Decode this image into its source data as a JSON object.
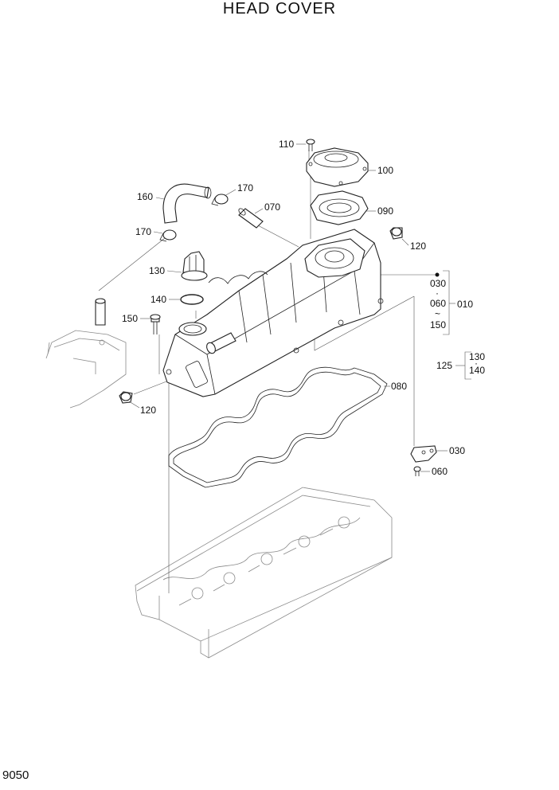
{
  "title": "HEAD COVER",
  "page_number": "9050",
  "callouts": {
    "p110": "110",
    "p100": "100",
    "p170a": "170",
    "p160": "160",
    "p070": "070",
    "p090": "090",
    "p170b": "170",
    "p120a": "120",
    "p130": "130",
    "p140": "140",
    "p150": "150",
    "p120b": "120",
    "p080": "080",
    "p030": "030",
    "p060": "060"
  },
  "assembly_010": {
    "label": "010",
    "range_start": "030",
    "range_mid": "060",
    "range_end": "150"
  },
  "assembly_125": {
    "label": "125",
    "range_start": "130",
    "range_end": "140"
  },
  "icons": [
    "head-cover",
    "oil-filler-cap",
    "breather-cover",
    "gasket",
    "hose",
    "clamp",
    "bolt",
    "bracket",
    "cylinder-head"
  ]
}
